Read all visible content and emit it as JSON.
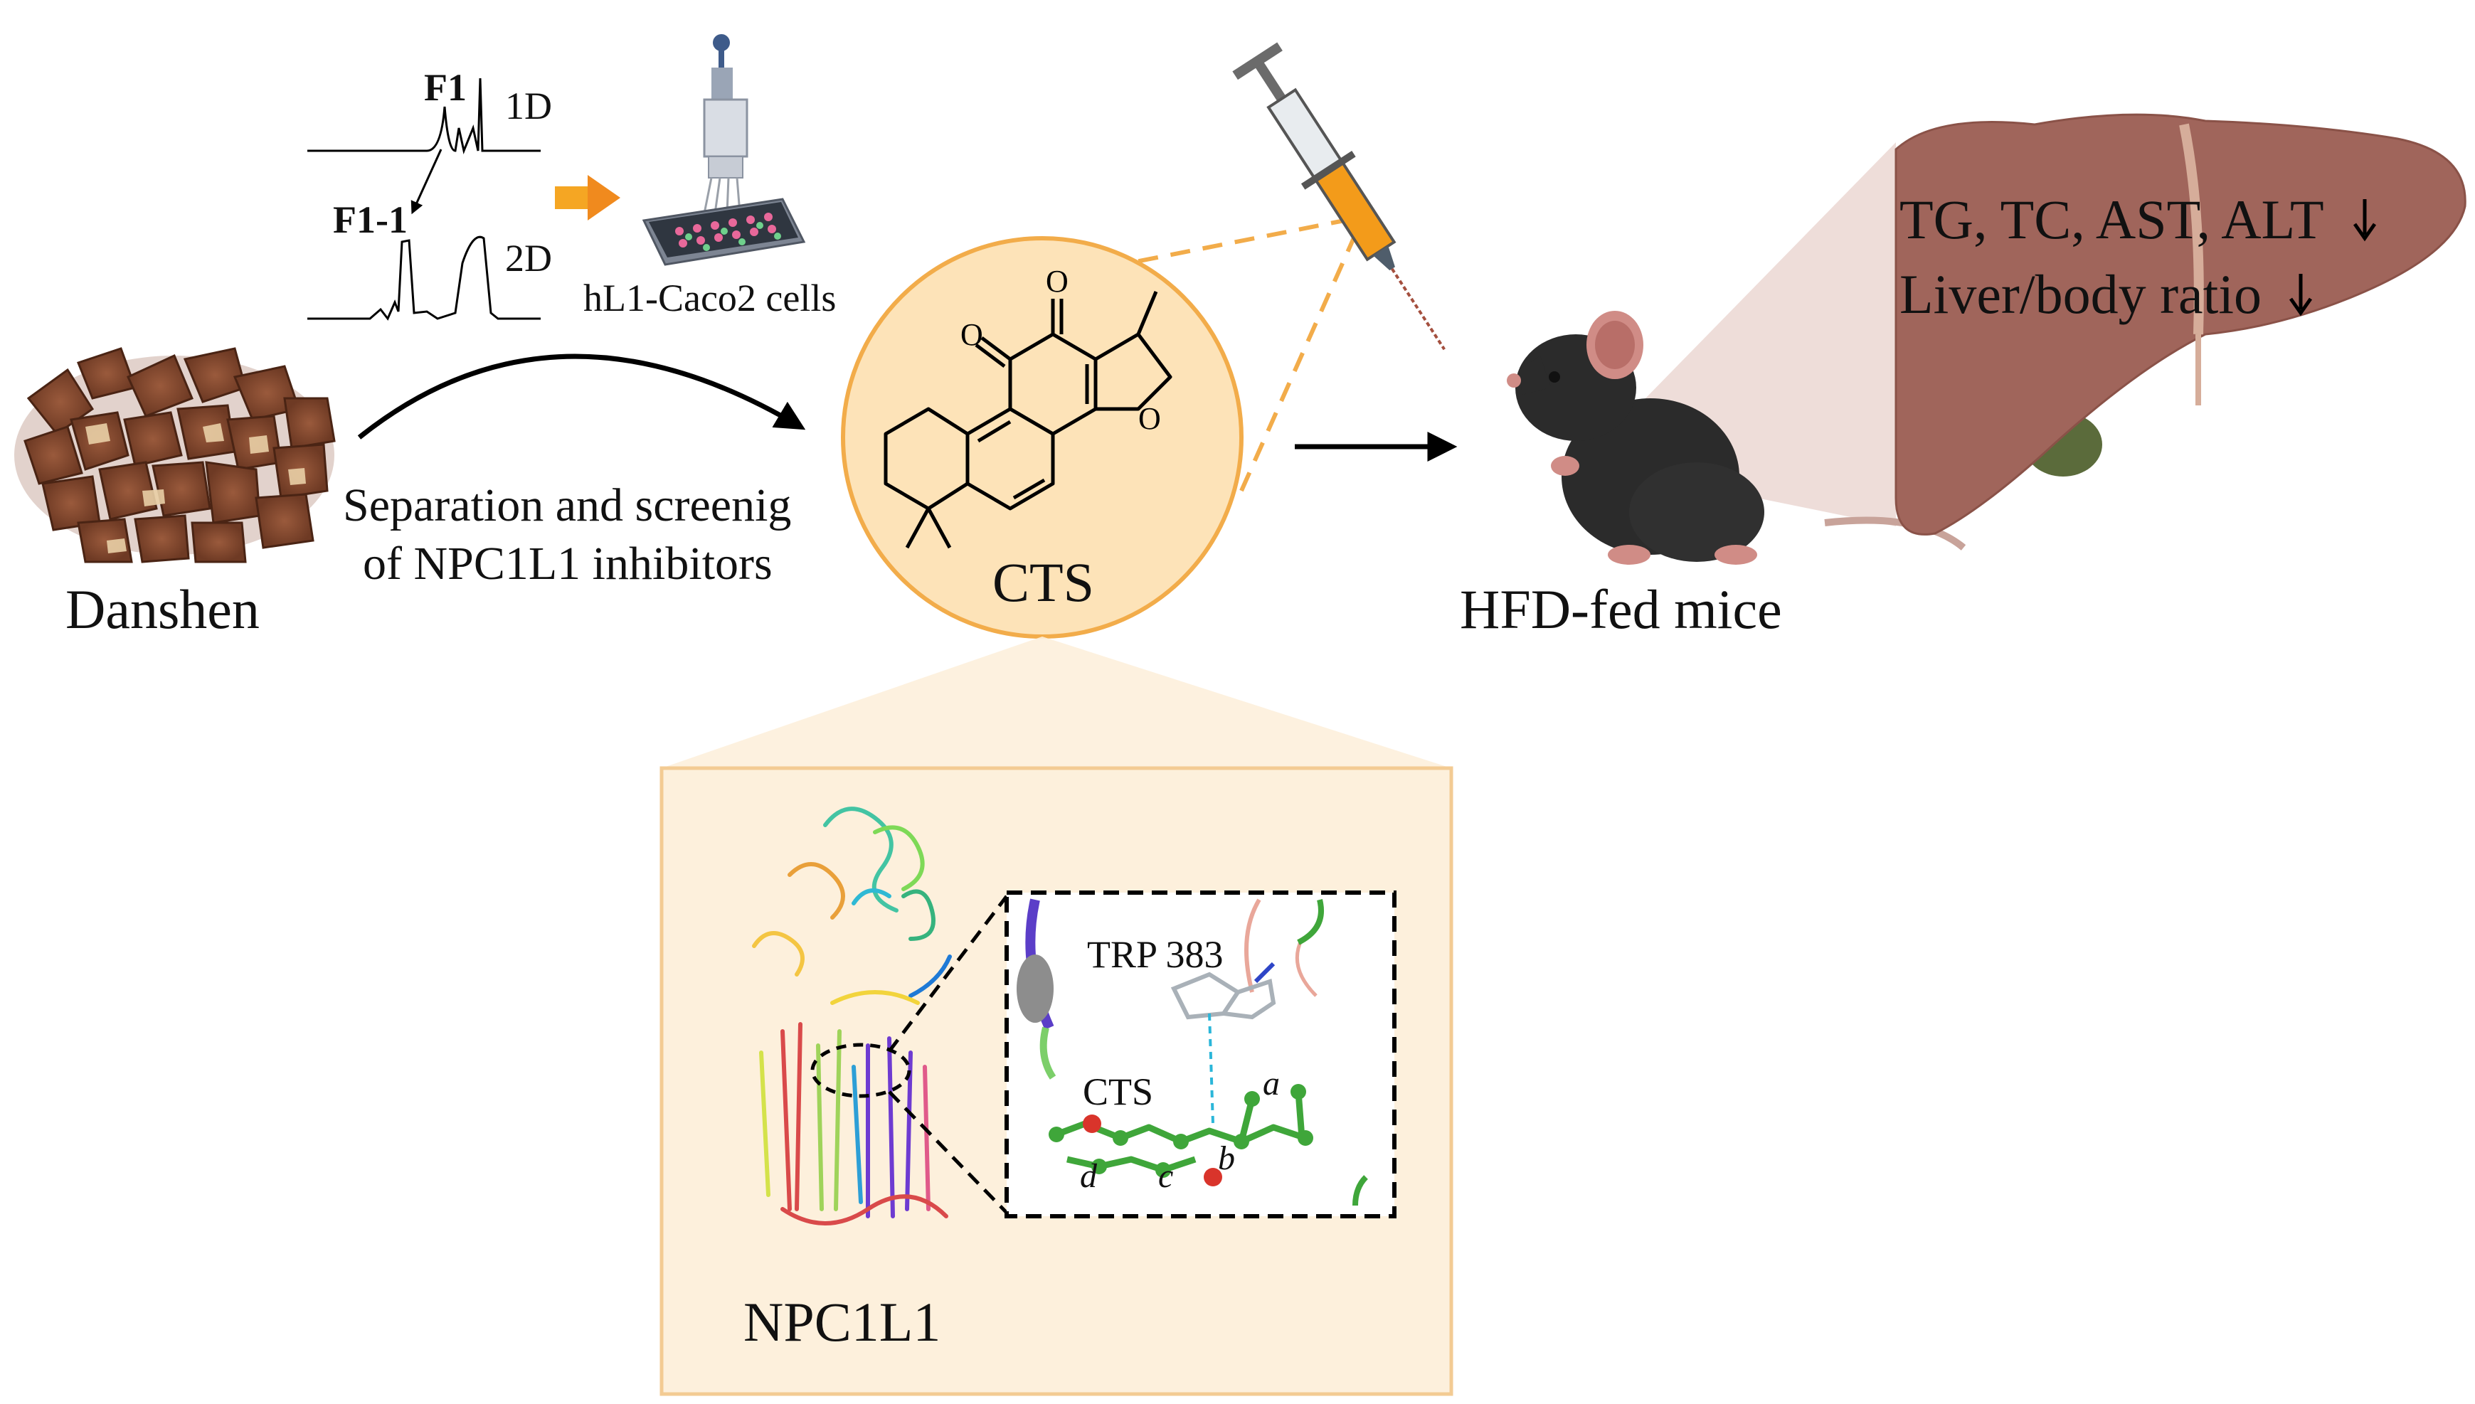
{
  "figure": {
    "danshen_label": "Danshen",
    "process_line1": "Separation and screenig",
    "process_line2": "of NPC1L1 inhibitors",
    "spec_top_peak": "F1",
    "spec_top_dim": "1D",
    "spec_bottom_peak": "F1-1",
    "spec_bottom_dim": "2D",
    "cells_label": "hL1-Caco2 cells",
    "compound_label": "CTS",
    "mice_label": "HFD-fed mice",
    "liver_line1": "TG, TC, AST, ALT",
    "liver_line2": "Liver/body ratio",
    "protein_label": "NPC1L1",
    "residue_label": "TRP 383",
    "ligand_label": "CTS",
    "ring_a": "a",
    "ring_b": "b",
    "ring_c": "c",
    "ring_d": "d"
  },
  "colors": {
    "circle_fill": "#fde3b8",
    "circle_stroke": "#f2ac4a",
    "panel_fill": "#fdf0dc",
    "panel_stroke": "#f3cb93",
    "orange_arrow": "#f08a1e",
    "liver": "#a0655b",
    "gallbladder": "#5b6b3b",
    "mouse": "#2b2b2b",
    "ligand_green": "#3fa63a"
  }
}
